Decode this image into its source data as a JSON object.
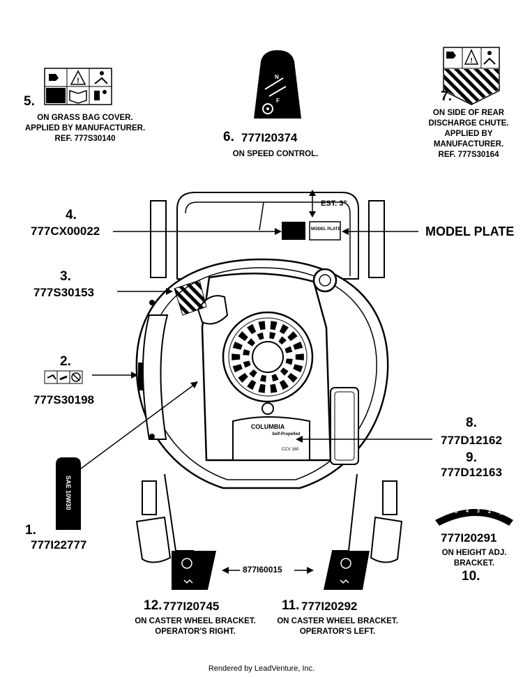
{
  "callouts": {
    "c1": {
      "num": "1.",
      "part": "777I22777"
    },
    "c2": {
      "num": "2.",
      "part": "777S30198"
    },
    "c3": {
      "num": "3.",
      "part": "777S30153"
    },
    "c4": {
      "num": "4.",
      "part": "777CX00022"
    },
    "c5": {
      "num": "5.",
      "note": [
        "ON GRASS BAG COVER.",
        "APPLIED BY MANUFACTURER.",
        "REF. 777S30140"
      ]
    },
    "c6": {
      "num": "6.",
      "part": "777I20374",
      "note": "ON SPEED CONTROL."
    },
    "c7": {
      "num": "7.",
      "note": [
        "ON SIDE OF REAR",
        "DISCHARGE CHUTE.",
        "APPLIED BY",
        "MANUFACTURER.",
        "REF. 777S30164"
      ]
    },
    "c8": {
      "num": "8.",
      "part": "777D12162"
    },
    "c9": {
      "num": "9.",
      "part": "777D12163"
    },
    "c10": {
      "num": "10.",
      "part": "777I20291",
      "note": [
        "ON HEIGHT ADJ.",
        "BRACKET."
      ]
    },
    "c11": {
      "num": "11.",
      "part": "777I20292",
      "note": [
        "ON CASTER WHEEL BRACKET.",
        "OPERATOR'S LEFT."
      ]
    },
    "c12": {
      "num": "12.",
      "part": "777I20745",
      "note": [
        "ON CASTER WHEEL BRACKET.",
        "OPERATOR'S RIGHT."
      ]
    }
  },
  "model_plate": "MODEL PLATE",
  "model_plate_decal": "MODEL PLATE",
  "est_label": "EST. 3\"",
  "shared_part": "877I60015",
  "engine": {
    "brand": "COLUMBIA",
    "subtitle": "Self-Propelled",
    "model": "CCV 160"
  },
  "decals": {
    "oil_text": "SAE 10W30",
    "speed_n": "N",
    "speed_f": "F",
    "height_scale": [
      "6",
      "5",
      "4",
      "3",
      "2",
      "1"
    ]
  },
  "footer": "Rendered by LeadVenture, Inc."
}
